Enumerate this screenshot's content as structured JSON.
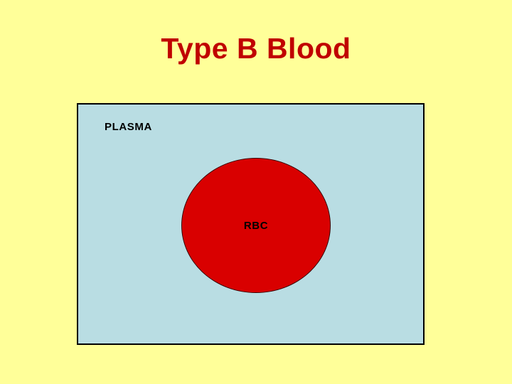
{
  "slide": {
    "title": "Type B Blood",
    "background_color": "#ffff99",
    "title_color": "#c00000"
  },
  "diagram": {
    "name": "blood-sample-diagram",
    "container": {
      "label": "PLASMA",
      "fill_color": "#b9dde3",
      "border_color": "#000000"
    },
    "cell": {
      "label": "RBC",
      "fill_color": "#d90000",
      "border_color": "#3a0000"
    }
  }
}
